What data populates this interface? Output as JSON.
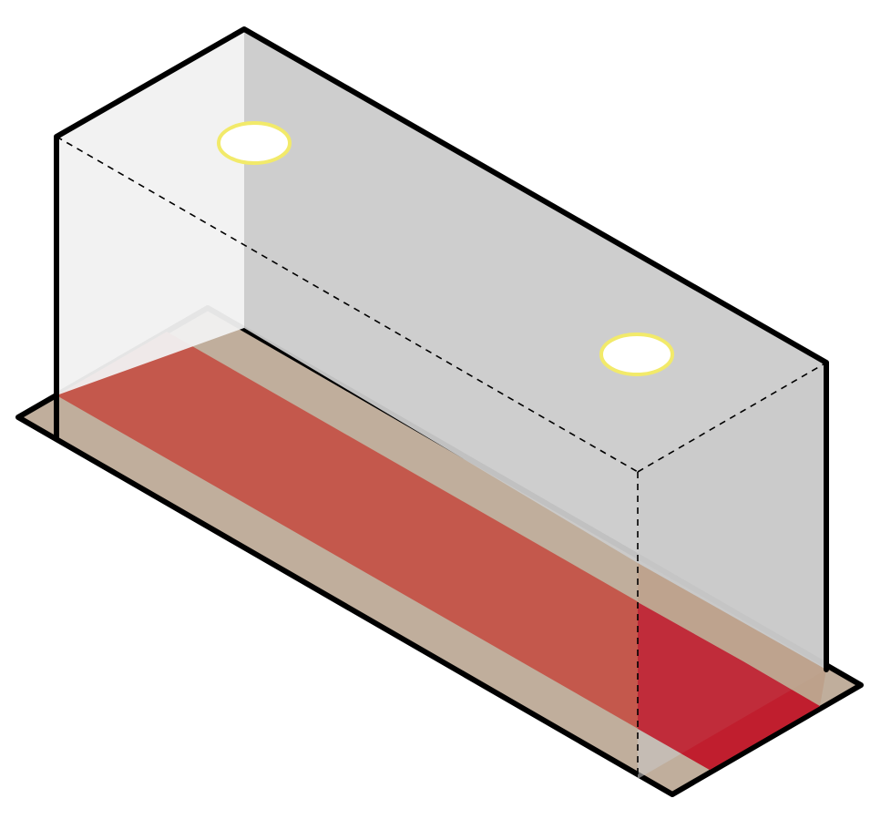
{
  "diagram": {
    "type": "isometric-room-diagram",
    "elements": [
      {
        "name": "floor-slab",
        "color": "#c0ae9c"
      },
      {
        "name": "carpet-runner",
        "color": "#c4584c",
        "behind_glass_color": "#bf1e2e"
      },
      {
        "name": "left-end-wall",
        "color": "#f1f1f1"
      },
      {
        "name": "back-wall",
        "color": "#cbcbcb"
      },
      {
        "name": "front-right-end-wall",
        "color": "#cbcbcb"
      },
      {
        "name": "ceiling-light-1",
        "icon": "ceiling-light-icon",
        "fill": "#ffffff",
        "ring": "#f2ea6a"
      },
      {
        "name": "ceiling-light-2",
        "icon": "ceiling-light-icon",
        "fill": "#ffffff",
        "ring": "#f2ea6a"
      }
    ],
    "colors": {
      "outline": "#000000",
      "hidden_edge": "#000000",
      "background": "#ffffff"
    }
  }
}
